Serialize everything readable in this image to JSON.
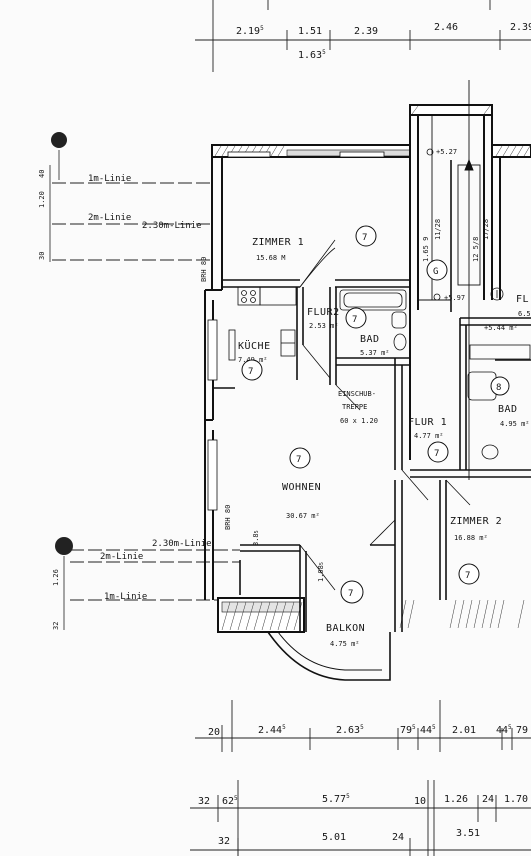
{
  "rooms": {
    "zimmer1": {
      "name": "ZIMMER 1",
      "area": "15.68 M",
      "marker": "7"
    },
    "kueche": {
      "name": "KÜCHE",
      "area": "7.49 m²",
      "marker": "7"
    },
    "flur2": {
      "name": "FLUR2",
      "area": "2.53 m²",
      "marker": "7"
    },
    "bad1": {
      "name": "BAD",
      "area": "5.37 m²"
    },
    "wohnen": {
      "name": "WOHNEN",
      "area": "30.67 m²",
      "marker": "7"
    },
    "flur1": {
      "name": "FLUR 1",
      "area": "4.77 m²",
      "marker": "7"
    },
    "bad2": {
      "name": "BAD",
      "area": "4.95 m²",
      "marker": "8"
    },
    "zimmer2": {
      "name": "ZIMMER 2",
      "area": "16.88 m²",
      "marker": "7"
    },
    "balkon": {
      "name": "BALKON",
      "area": "4.75 m²",
      "marker": "7"
    },
    "fl_right": {
      "name": "FL",
      "area": "6.5"
    }
  },
  "stair": {
    "label_line1": "EINSCHUB-",
    "label_line2": "TREPPE",
    "label_line3": "60 x 1.20"
  },
  "levels": {
    "top": "+5.27",
    "mid": "+5.97",
    "right": "+5.44 m²"
  },
  "markers": {
    "g": "G"
  },
  "guide_lines": {
    "top_1m": "1m-Linie",
    "top_2m": "2m-Linie",
    "top_230": "2.30m-Linie",
    "bottom_230": "2.30m-Linie",
    "bottom_2m": "2m-Linie",
    "bottom_1m": "1m-Linie"
  },
  "labels": {
    "brh_top": "BRH 80",
    "brh_mid": "BRH 80",
    "dim_385": "3.8",
    "dim_385_sup": "5",
    "dim_108": "1.08",
    "dim_108_sup": "5"
  },
  "dims_top": [
    {
      "v": "2.19",
      "sup": "5"
    },
    {
      "v": "1.51",
      "sup": ""
    },
    {
      "v": "1.63",
      "sup": "5"
    },
    {
      "v": "2.39",
      "sup": ""
    },
    {
      "v": "2.46",
      "sup": ""
    },
    {
      "v": "2.39",
      "sup": ""
    }
  ],
  "dims_left": {
    "top_30": "30",
    "top_120": "1.20",
    "top_40": "40",
    "bottom_32": "32",
    "bottom_126": "1.26"
  },
  "stair_dims": {
    "s1": "1.65 9",
    "s2": "11/28",
    "s3": "12 5/8",
    "s4": "17/28"
  },
  "dims_bottom_row1": [
    {
      "v": "20",
      "sup": ""
    },
    {
      "v": "2.44",
      "sup": "5"
    },
    {
      "v": "2.63",
      "sup": "5"
    },
    {
      "v": "79",
      "sup": "5"
    },
    {
      "v": "44",
      "sup": "5"
    },
    {
      "v": "2.01",
      "sup": ""
    },
    {
      "v": "44",
      "sup": "5"
    },
    {
      "v": "79",
      "sup": ""
    }
  ],
  "dims_bottom_row2": [
    {
      "v": "32",
      "sup": ""
    },
    {
      "v": "62",
      "sup": "5"
    },
    {
      "v": "5.77",
      "sup": "5"
    },
    {
      "v": "10",
      "sup": ""
    },
    {
      "v": "1.26",
      "sup": ""
    },
    {
      "v": "24",
      "sup": ""
    },
    {
      "v": "1.70",
      "sup": ""
    }
  ],
  "dims_bottom_row3": [
    {
      "v": "32",
      "sup": ""
    },
    {
      "v": "5.01",
      "sup": ""
    },
    {
      "v": "24",
      "sup": ""
    },
    {
      "v": "3.51",
      "sup": ""
    }
  ]
}
